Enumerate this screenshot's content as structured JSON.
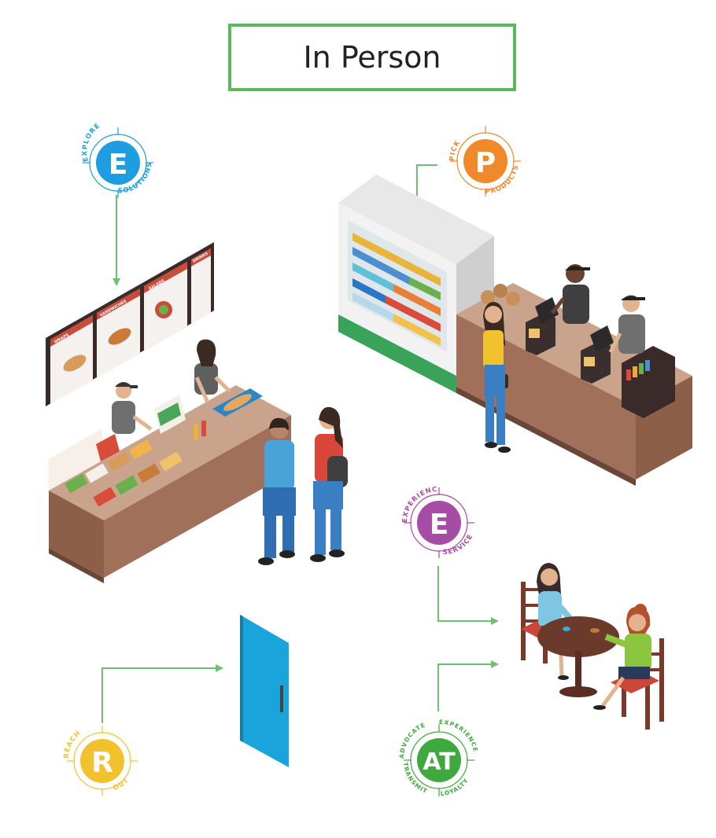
{
  "title": "In Person",
  "badges": [
    {
      "letter": "E",
      "top": "EXPLORE",
      "bottom": "SOLUTIONS",
      "color": "#1e9ee0"
    },
    {
      "letter": "P",
      "top": "PICK",
      "bottom": "PRODUCTS",
      "color": "#f0892a"
    },
    {
      "letter": "E",
      "top": "EXPERIENCE",
      "bottom": "SERVICE",
      "color": "#a64ca6"
    },
    {
      "letter": "R",
      "top": "REACH",
      "bottom": "OUT",
      "color": "#f2c12e"
    },
    {
      "letter": "AT",
      "top_left": "ADVOCATE",
      "top_right": "EXPERIENCE",
      "bottom_left": "TRANSMIT",
      "bottom_right": "LOYALTY",
      "color": "#3fa83f"
    }
  ],
  "menu_board": [
    "WRAPS",
    "SANDWICHES",
    "SALADS",
    "DRINKS"
  ],
  "colors": {
    "arrow": "#6cc26c",
    "counter": "#a0705a",
    "counter_top": "#caa38c",
    "door": "#1aa4dc"
  }
}
